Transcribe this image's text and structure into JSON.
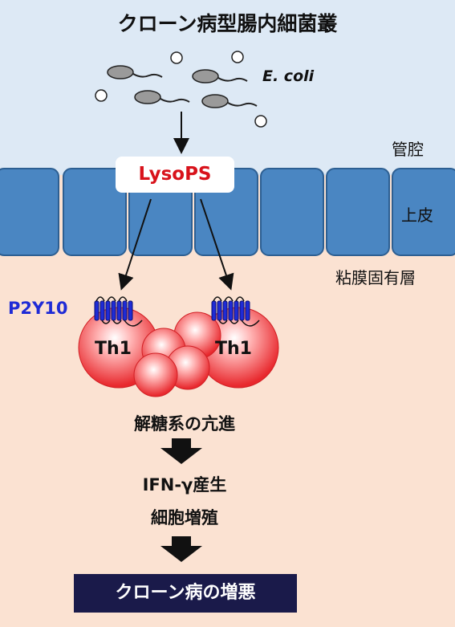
{
  "title": "クローン病型腸内細菌叢",
  "bacteria_label": "E. coli",
  "region_labels": {
    "lumen": "管腔",
    "epithelium": "上皮",
    "mucosa": "粘膜固有層"
  },
  "metabolite": "LysoPS",
  "receptor": "P2Y10",
  "cell_label": "Th1",
  "steps": {
    "glycolysis": "解糖系の亢進",
    "ifn": "IFN-γ産生",
    "proliferation": "細胞増殖"
  },
  "outcome": "クローン病の増悪",
  "colors": {
    "lumen": "#dde9f5",
    "mucosa": "#fbe2d2",
    "epithelium": "#4a86c2",
    "lysops_text": "#d8121b",
    "receptor": "#1f2bd6",
    "outcome_box": "#1a1a4a"
  }
}
